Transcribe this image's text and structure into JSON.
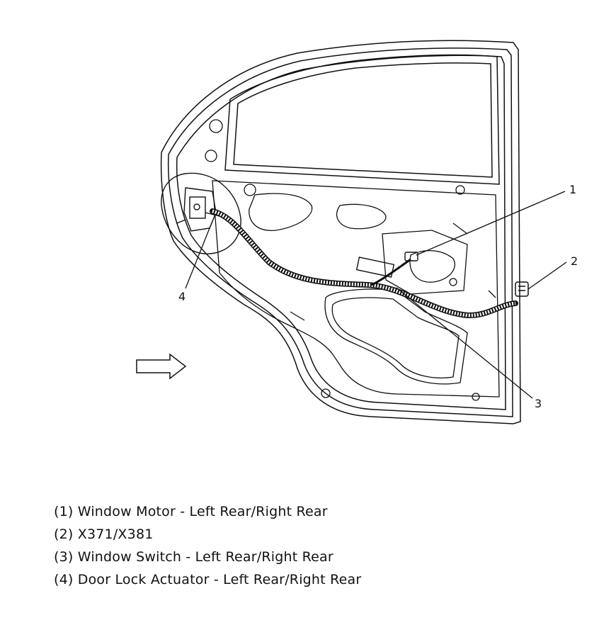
{
  "callouts": {
    "c1": "1",
    "c2": "2",
    "c3": "3",
    "c4": "4"
  },
  "legend": [
    "(1) Window Motor - Left Rear/Right Rear",
    "(2) X371/X381",
    "(3) Window Switch - Left Rear/Right Rear",
    "(4) Door Lock Actuator - Left Rear/Right Rear"
  ]
}
